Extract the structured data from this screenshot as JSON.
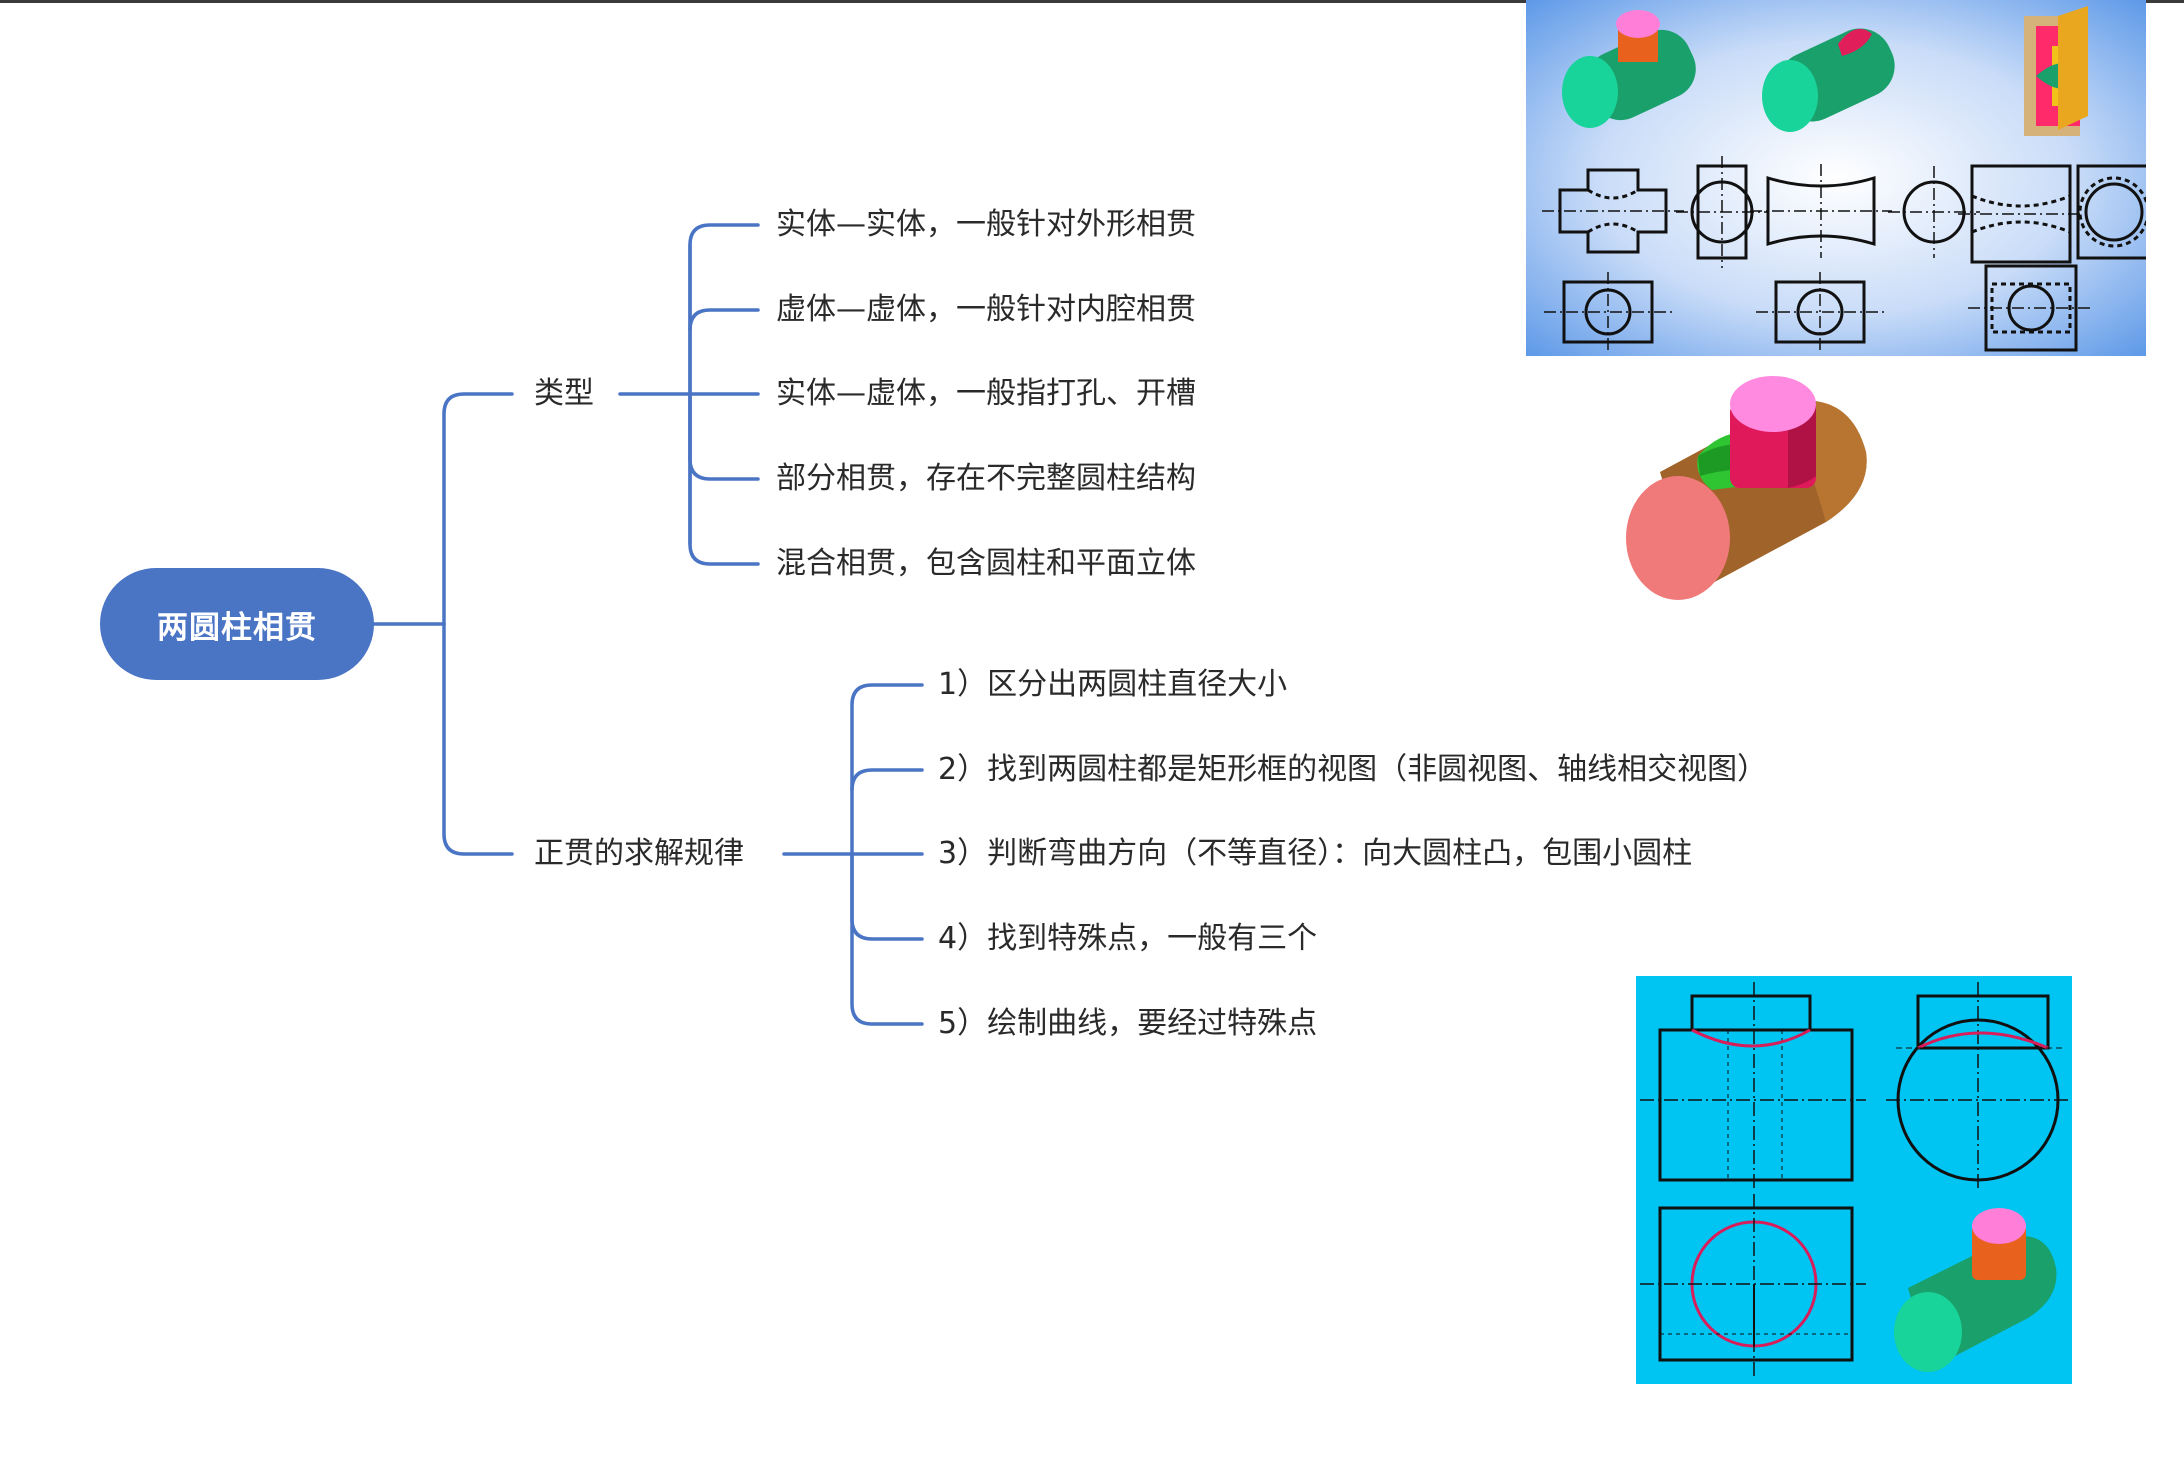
{
  "root": {
    "label": "两圆柱相贯"
  },
  "branches": [
    {
      "label": "类型",
      "items": [
        "实体—实体，一般针对外形相贯",
        "虚体—虚体，一般针对内腔相贯",
        "实体—虚体，一般指打孔、开槽",
        "部分相贯，存在不完整圆柱结构",
        "混合相贯，包含圆柱和平面立体"
      ]
    },
    {
      "label": "正贯的求解规律",
      "items": [
        "1）区分出两圆柱直径大小",
        "2）找到两圆柱都是矩形框的视图（非圆视图、轴线相交视图）",
        "3）判断弯曲方向（不等直径）：向大圆柱凸，包围小圆柱",
        "4）找到特殊点，一般有三个",
        "5）绘制曲线，要经过特殊点"
      ]
    }
  ],
  "colors": {
    "connector": "#4a74c4",
    "root_fill": "#4a74c4",
    "panel_top_bg": "#8ab8f0",
    "panel_bottom_bg": "#00c4f2",
    "cyl_green": "#1aa06a",
    "cyl_pink": "#ff7fd8",
    "cyl_orange": "#e8621e",
    "cyl_brown": "#a0642a",
    "cyl_salmon": "#f07a7a",
    "curve_red": "#d81e5a"
  },
  "illustrations": [
    {
      "name": "three-intersection-types-panel"
    },
    {
      "name": "brown-cylinder-with-boss-model"
    },
    {
      "name": "projection-views-panel"
    }
  ]
}
